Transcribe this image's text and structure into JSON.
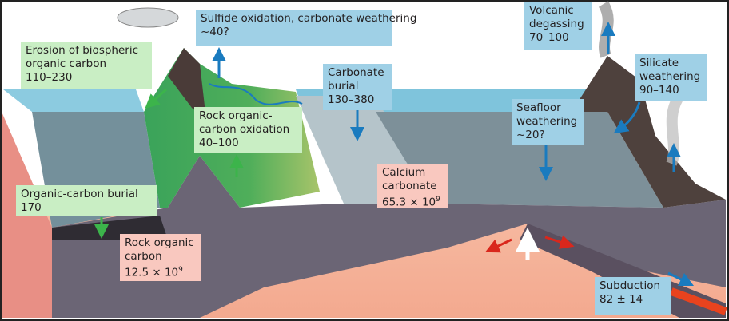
{
  "labels": {
    "erosion": {
      "line1": "Erosion of biospheric",
      "line2": "organic carbon",
      "value": "110–230"
    },
    "sulfide": {
      "line1": "Sulfide oxidation, carbonate weathering",
      "value": "~40?"
    },
    "carbonate_burial": {
      "line1": "Carbonate",
      "line2": "burial",
      "value": "130–380"
    },
    "rock_oxidation": {
      "line1": "Rock organic-",
      "line2": "carbon oxidation",
      "value": "40–100"
    },
    "organic_burial": {
      "line1": "Organic-carbon burial",
      "value": "170"
    },
    "rock_organic_carbon": {
      "line1": "Rock organic",
      "line2": "carbon",
      "value": "12.5 × 10",
      "exp": "9"
    },
    "calcium_carbonate": {
      "line1": "Calcium",
      "line2": "carbonate",
      "value": "65.3 × 10",
      "exp": "9"
    },
    "volcanic": {
      "line1": "Volcanic",
      "line2": "degassing",
      "value": "70–100"
    },
    "silicate": {
      "line1": "Silicate",
      "line2": "weathering",
      "value": "90–140"
    },
    "seafloor": {
      "line1": "Seafloor",
      "line2": "weathering",
      "value": "~20?"
    },
    "subduction": {
      "line1": "Subduction",
      "value": "82 ± 14"
    }
  },
  "colors": {
    "blue_box": "#9fd0e6",
    "green_box": "#c9eec4",
    "pink_box": "#f9c8bf",
    "flux_arrow": "#1a7bbf",
    "mantle": "#f4ad94",
    "ocean": "#8ccbe0"
  }
}
